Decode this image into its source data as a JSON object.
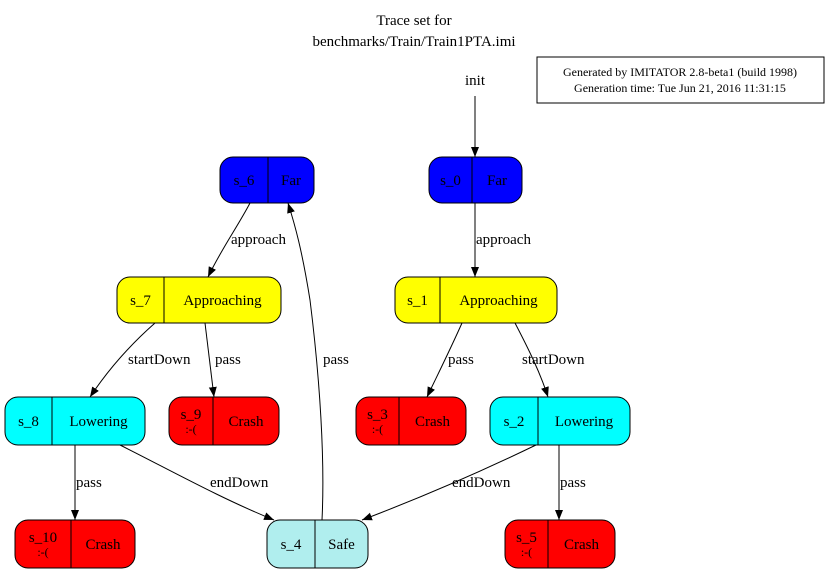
{
  "title": {
    "line1": "Trace set for",
    "line2": "benchmarks/Train/Train1PTA.imi"
  },
  "info_box": {
    "line1": "Generated by IMITATOR 2.8-beta1 (build 1998)",
    "line2": "Generation time: Tue Jun 21, 2016 11:31:15"
  },
  "init_label": "init",
  "colors": {
    "far": "#0000ff",
    "approaching": "#ffff00",
    "lowering": "#00ffff",
    "crash": "#ff0000",
    "safe": "#b0eeee"
  },
  "states": {
    "s_6": {
      "id": "s_6",
      "loc": "Far",
      "extra": "",
      "kind": "far"
    },
    "s_0": {
      "id": "s_0",
      "loc": "Far",
      "extra": "",
      "kind": "far"
    },
    "s_7": {
      "id": "s_7",
      "loc": "Approaching",
      "extra": "",
      "kind": "approaching"
    },
    "s_1": {
      "id": "s_1",
      "loc": "Approaching",
      "extra": "",
      "kind": "approaching"
    },
    "s_8": {
      "id": "s_8",
      "loc": "Lowering",
      "extra": "",
      "kind": "lowering"
    },
    "s_9": {
      "id": "s_9",
      "loc": "Crash",
      "extra": ":-(",
      "kind": "crash"
    },
    "s_3": {
      "id": "s_3",
      "loc": "Crash",
      "extra": ":-(",
      "kind": "crash"
    },
    "s_2": {
      "id": "s_2",
      "loc": "Lowering",
      "extra": "",
      "kind": "lowering"
    },
    "s_10": {
      "id": "s_10",
      "loc": "Crash",
      "extra": ":-(",
      "kind": "crash"
    },
    "s_4": {
      "id": "s_4",
      "loc": "Safe",
      "extra": "",
      "kind": "safe"
    },
    "s_5": {
      "id": "s_5",
      "loc": "Crash",
      "extra": ":-(",
      "kind": "crash"
    }
  },
  "edges": [
    {
      "from": "init",
      "to": "s_0",
      "label": ""
    },
    {
      "from": "s_6",
      "to": "s_7",
      "label": "approach"
    },
    {
      "from": "s_0",
      "to": "s_1",
      "label": "approach"
    },
    {
      "from": "s_7",
      "to": "s_8",
      "label": "startDown"
    },
    {
      "from": "s_7",
      "to": "s_9",
      "label": "pass"
    },
    {
      "from": "s_1",
      "to": "s_3",
      "label": "pass"
    },
    {
      "from": "s_1",
      "to": "s_2",
      "label": "startDown"
    },
    {
      "from": "s_8",
      "to": "s_10",
      "label": "pass"
    },
    {
      "from": "s_8",
      "to": "s_4",
      "label": "endDown"
    },
    {
      "from": "s_2",
      "to": "s_4",
      "label": "endDown"
    },
    {
      "from": "s_2",
      "to": "s_5",
      "label": "pass"
    },
    {
      "from": "s_4",
      "to": "s_6",
      "label": "pass"
    }
  ]
}
